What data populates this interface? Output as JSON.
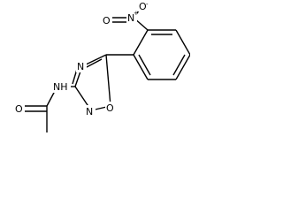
{
  "molecule": {
    "atoms": {
      "nitro_n": "N",
      "nitro_n_charge": "+",
      "nitro_o_top": "O",
      "nitro_o_top_charge": "-",
      "nitro_o_left": "O",
      "oxadiazole_n_top": "N",
      "oxadiazole_n_bottom": "N",
      "oxadiazole_o": "O",
      "amide_nh": "NH",
      "carbonyl_o": "O"
    },
    "colors": {
      "bond": "#000000",
      "background": "#ffffff"
    }
  }
}
